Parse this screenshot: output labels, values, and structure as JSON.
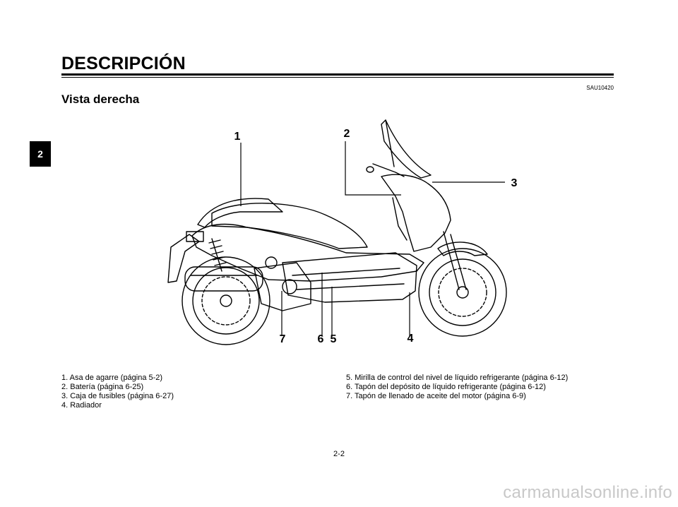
{
  "header": {
    "title": "DESCRIPCIÓN",
    "code": "SAU10420"
  },
  "section": {
    "title": "Vista derecha"
  },
  "chapter_tab": "2",
  "figure": {
    "callouts": [
      "1",
      "2",
      "3",
      "4",
      "5",
      "6",
      "7"
    ]
  },
  "legend": {
    "left": [
      "1. Asa de agarre (página 5-2)",
      "2. Batería (página 6-25)",
      "3. Caja de fusibles (página 6-27)",
      "4. Radiador"
    ],
    "right": [
      "5. Mirilla de control del nivel de líquido refrigerante (página 6-12)",
      "6. Tapón del depósito de líquido refrigerante (página 6-12)",
      "7. Tapón de llenado de aceite del motor (página 6-9)"
    ]
  },
  "footer": {
    "page_number": "2-2",
    "watermark": "carmanualsonline.info"
  }
}
